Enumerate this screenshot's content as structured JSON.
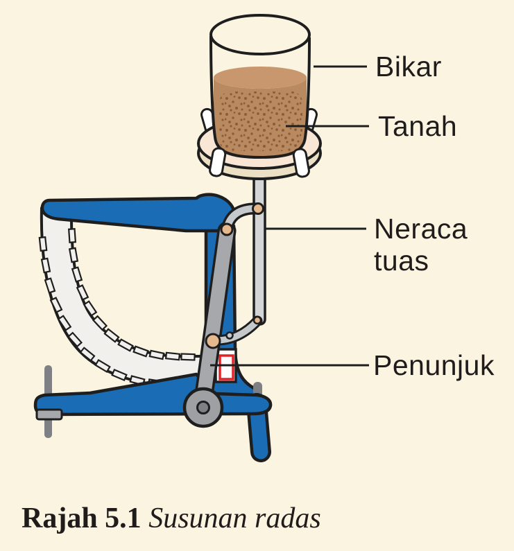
{
  "figure": {
    "type": "labelled-apparatus-diagram",
    "labels": {
      "bikar": "Bikar",
      "tanah": "Tanah",
      "neraca_tuas": "Neraca tuas",
      "penunjuk": "Penunjuk"
    },
    "caption": {
      "number": "Rajah 5.1",
      "title": "Susunan radas"
    }
  },
  "colors": {
    "background": "#FBF4E1",
    "frame-blue": "#1A6CB5",
    "outline-black": "#1E1E1E",
    "dial-white": "#F1F0ED",
    "lever-gray": "#A6A8AB",
    "rod-gray": "#D4D5D7",
    "link-gray": "#C6C9CC",
    "wheel-gray": "#9EA0A3",
    "dark-gray": "#7E8083",
    "pin-tan": "#E5B88E",
    "soil-brown": "#B9895F",
    "soil-top-brown": "#C9976E",
    "speckle-brown": "#8A5E38",
    "pan-pink": "#FAE6D4",
    "pan-rim-tan": "#EBDFC4",
    "pointer-red": "#E02427",
    "text": "#1F1C1B"
  }
}
